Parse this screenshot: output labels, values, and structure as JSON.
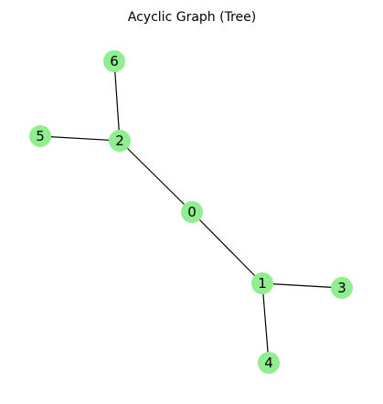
{
  "title": "Acyclic Graph (Tree)",
  "colors": {
    "node_fill": "#90ee90",
    "edge": "#000000",
    "label": "#000000",
    "background": "#ffffff"
  },
  "nodes": [
    {
      "id": "0",
      "label": "0"
    },
    {
      "id": "1",
      "label": "1"
    },
    {
      "id": "2",
      "label": "2"
    },
    {
      "id": "3",
      "label": "3"
    },
    {
      "id": "4",
      "label": "4"
    },
    {
      "id": "5",
      "label": "5"
    },
    {
      "id": "6",
      "label": "6"
    }
  ],
  "edges": [
    {
      "source": "0",
      "target": "2"
    },
    {
      "source": "0",
      "target": "1"
    },
    {
      "source": "2",
      "target": "5"
    },
    {
      "source": "2",
      "target": "6"
    },
    {
      "source": "1",
      "target": "3"
    },
    {
      "source": "1",
      "target": "4"
    }
  ]
}
